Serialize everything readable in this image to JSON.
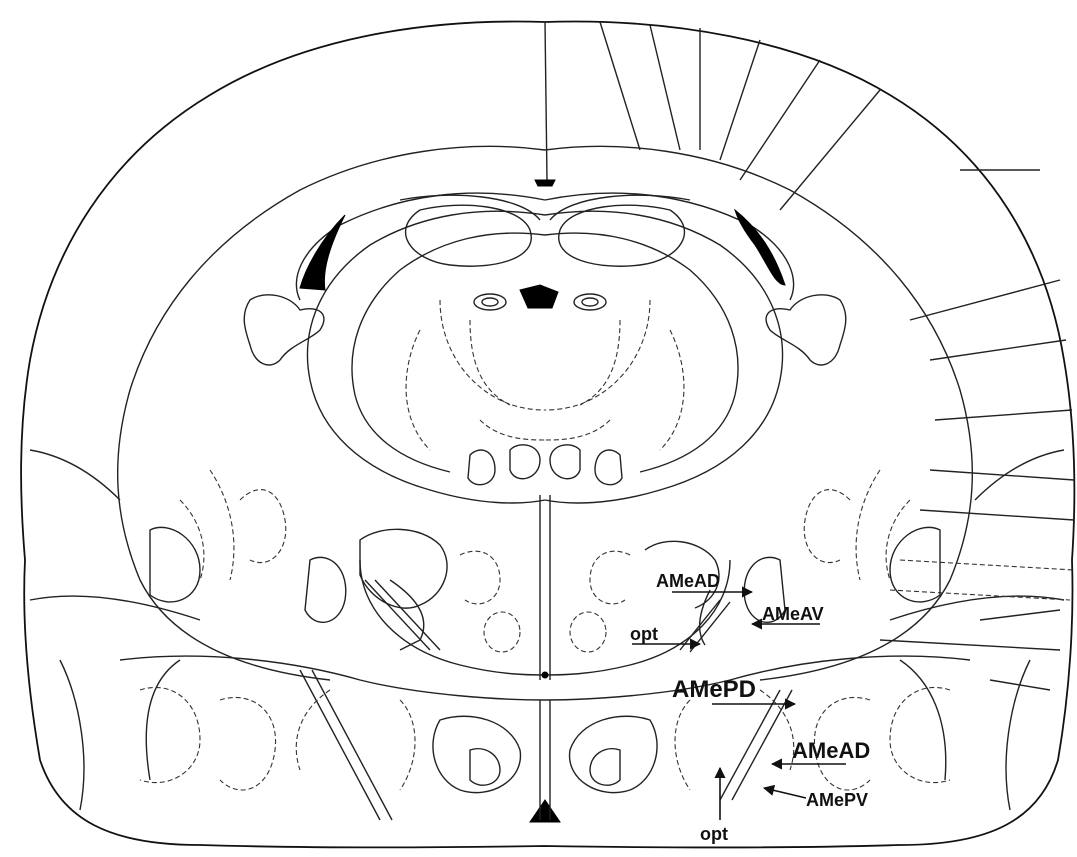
{
  "labels": {
    "ameAD_upper": "AMeAD",
    "ameAV": "AMeAV",
    "opt_upper": "opt",
    "amePD": "AMePD",
    "ameAD_lower": "AMeAD",
    "amePV": "AMePV",
    "opt_lower": "opt"
  },
  "colors": {
    "line": "#222222",
    "fill_dark": "#000000",
    "background": "#ffffff"
  }
}
